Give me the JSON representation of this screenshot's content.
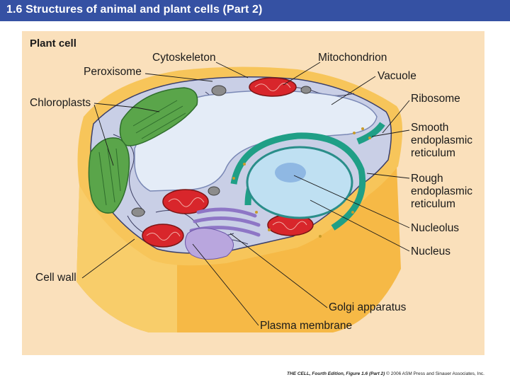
{
  "slide": {
    "title": "1.6  Structures of animal and plant cells (Part 2)"
  },
  "panel": {
    "title": "Plant cell"
  },
  "labels": {
    "cytoskeleton": "Cytoskeleton",
    "mitochondrion": "Mitochondrion",
    "peroxisome": "Peroxisome",
    "vacuole": "Vacuole",
    "chloroplasts": "Chloroplasts",
    "ribosome": "Ribosome",
    "smooth_er_1": "Smooth",
    "smooth_er_2": "endoplasmic",
    "smooth_er_3": "reticulum",
    "rough_er_1": "Rough",
    "rough_er_2": "endoplasmic",
    "rough_er_3": "reticulum",
    "nucleolus": "Nucleolus",
    "nucleus": "Nucleus",
    "cell_wall": "Cell wall",
    "golgi": "Golgi apparatus",
    "plasma_membrane": "Plasma membrane"
  },
  "credit": {
    "book": "THE CELL, Fourth Edition, Figure 1.6 (Part 2)",
    "rest": " © 2006 ASM Press and Sinauer Associates, Inc."
  },
  "colors": {
    "title_bar": "#3551a3",
    "panel": "#fae0bb",
    "cell_wall": "#f7c55a",
    "cytoplasm": "#c9cfe6",
    "vacuole": "#e4ecf7",
    "chloroplast": "#5aa54a",
    "mitochondrion": "#d8262b",
    "endoplasmic_reticulum": "#1f9f86",
    "nucleus": "#bfe0f2",
    "golgi": "#b9a6de"
  }
}
